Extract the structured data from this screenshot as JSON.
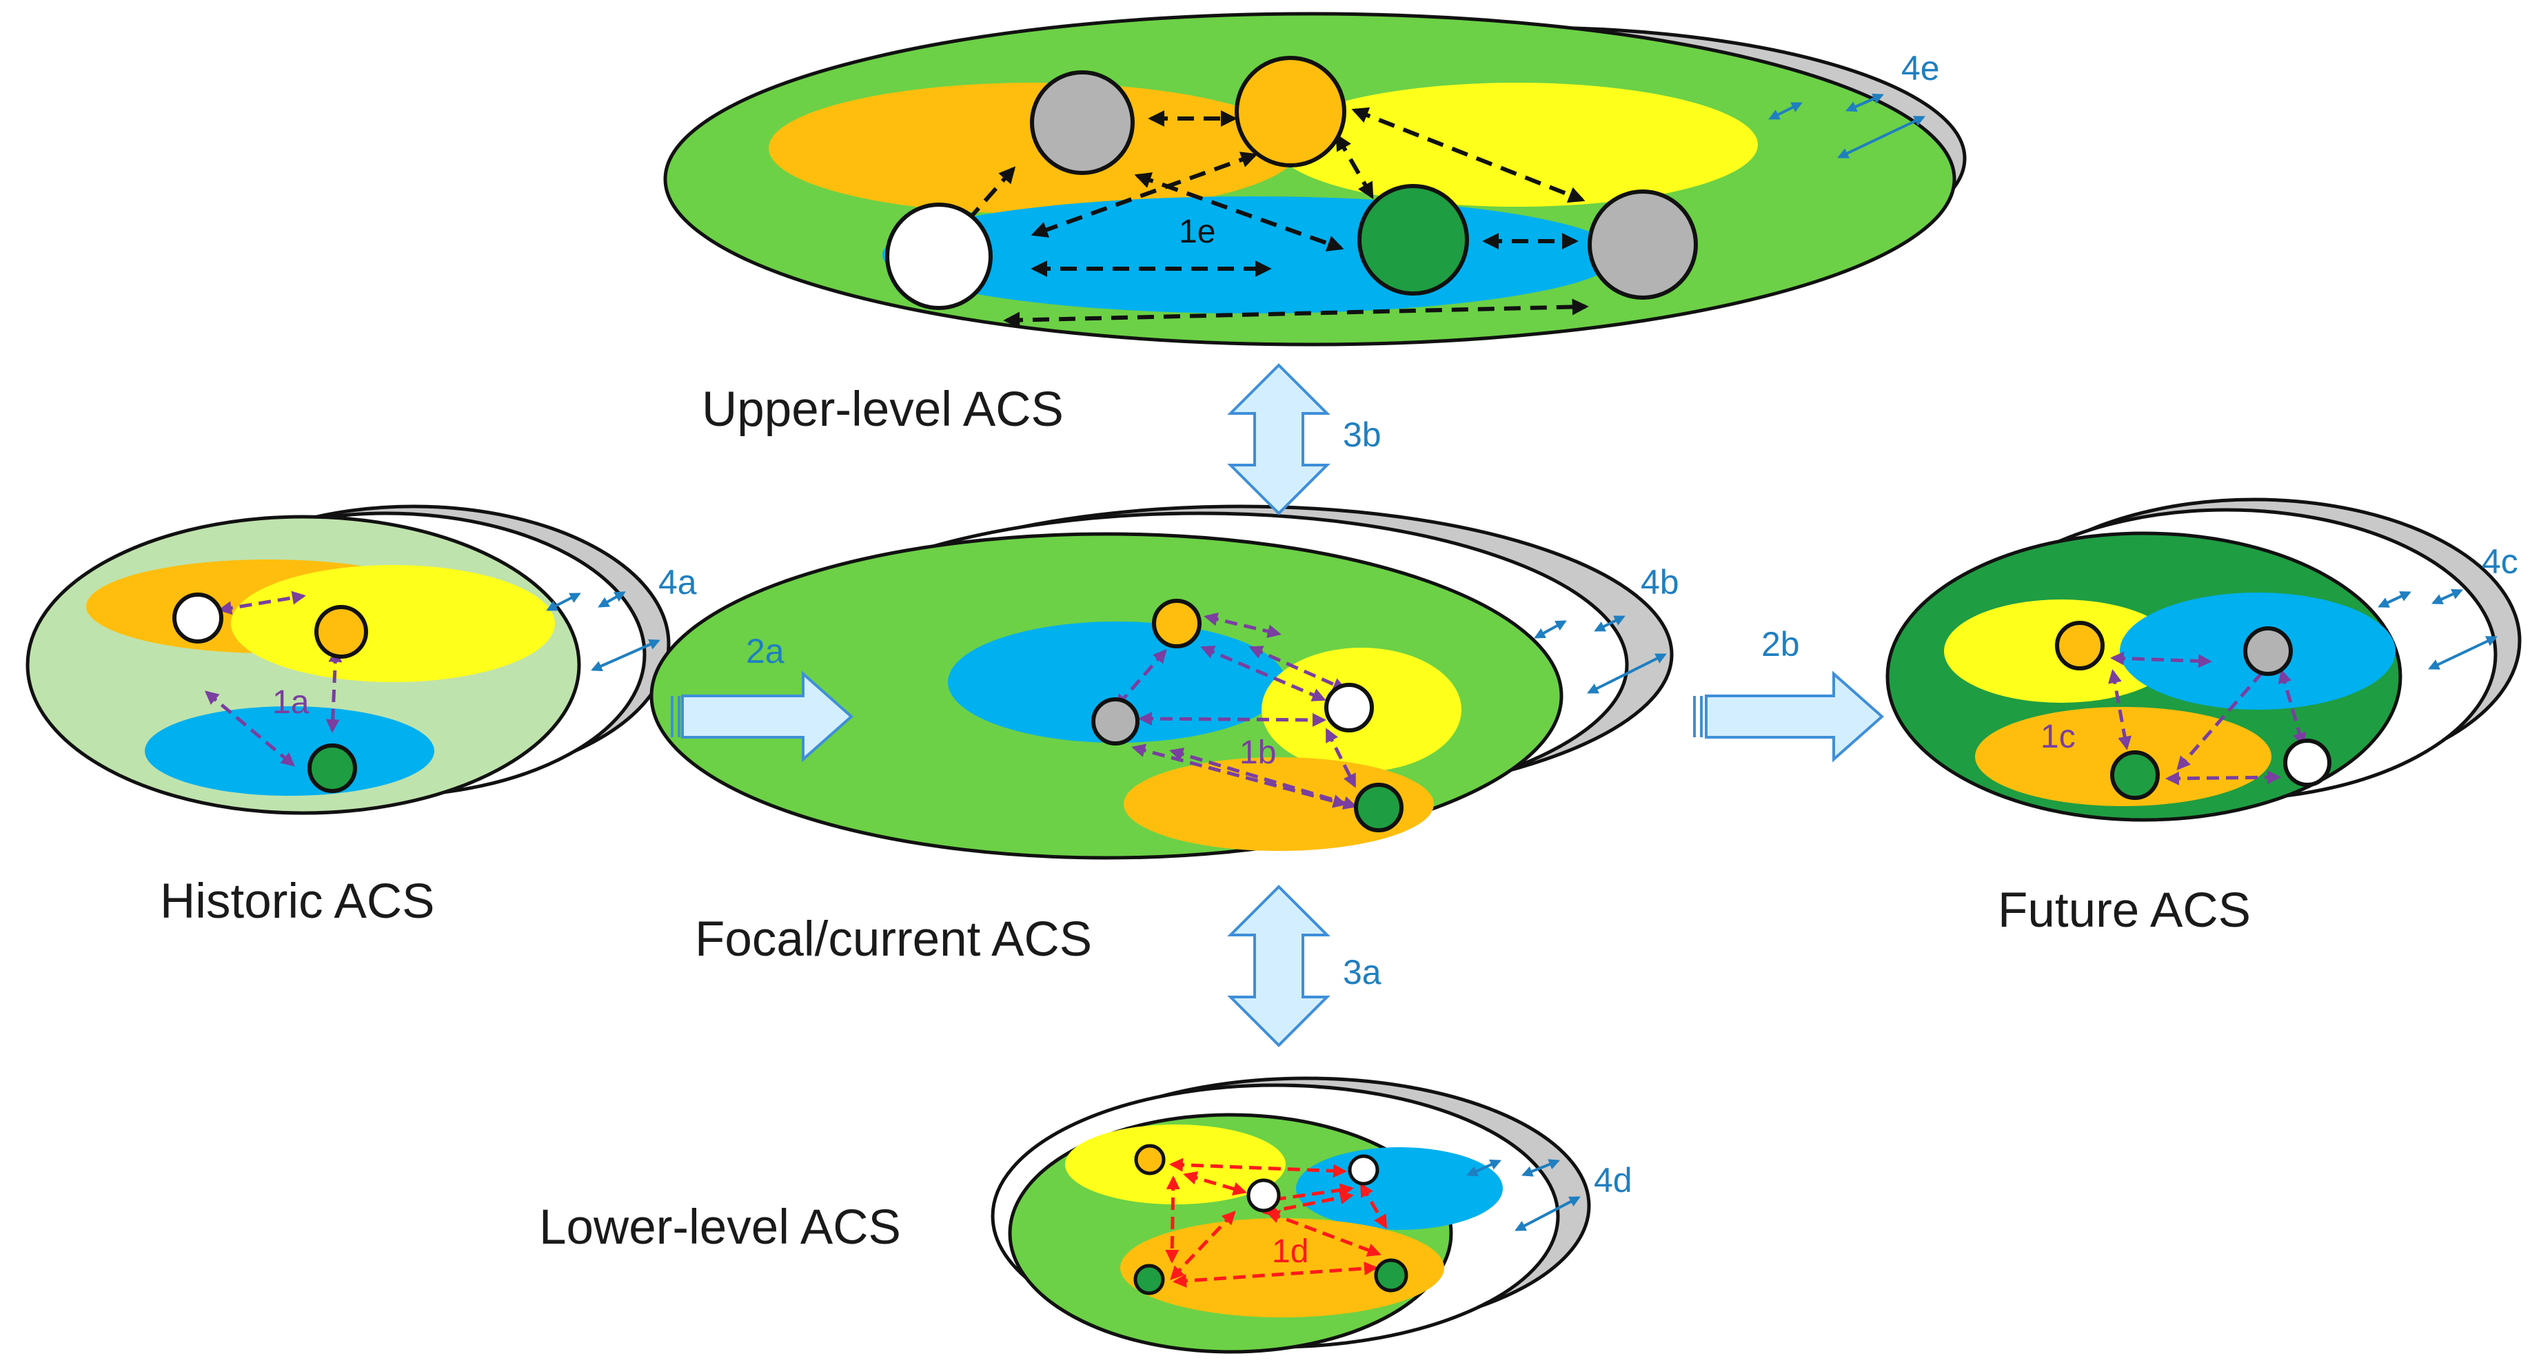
{
  "colors": {
    "green": "#6cd146",
    "dark_green": "#1f9d42",
    "light_green": "#bfe3ad",
    "orange": "#ffbe0e",
    "yellow": "#ffff1c",
    "blue": "#00b0ef",
    "gray": "#b3b3b3",
    "shadow_gray": "#c9c9c9",
    "label_blue": "#1f7fc0",
    "link_black": "#111111",
    "link_purple": "#7a3fa0",
    "link_red": "#ff1a1a",
    "arrow_fill": "#d3efff",
    "arrow_stroke": "#3f8fd8"
  },
  "systems": {
    "upper": {
      "title": "Upper-level ACS",
      "interactions_label": "1e",
      "layers_label": "4e"
    },
    "historic": {
      "title": "Historic ACS",
      "interactions_label": "1a",
      "layers_label": "4a"
    },
    "focal": {
      "title": "Focal/current ACS",
      "interactions_label": "1b",
      "layers_label": "4b"
    },
    "future": {
      "title": "Future ACS",
      "interactions_label": "1c",
      "layers_label": "4c"
    },
    "lower": {
      "title": "Lower-level ACS",
      "interactions_label": "1d",
      "layers_label": "4d"
    }
  },
  "arrows": {
    "historic_to_focal": "2a",
    "focal_to_future": "2b",
    "focal_lower": "3a",
    "focal_upper": "3b"
  }
}
